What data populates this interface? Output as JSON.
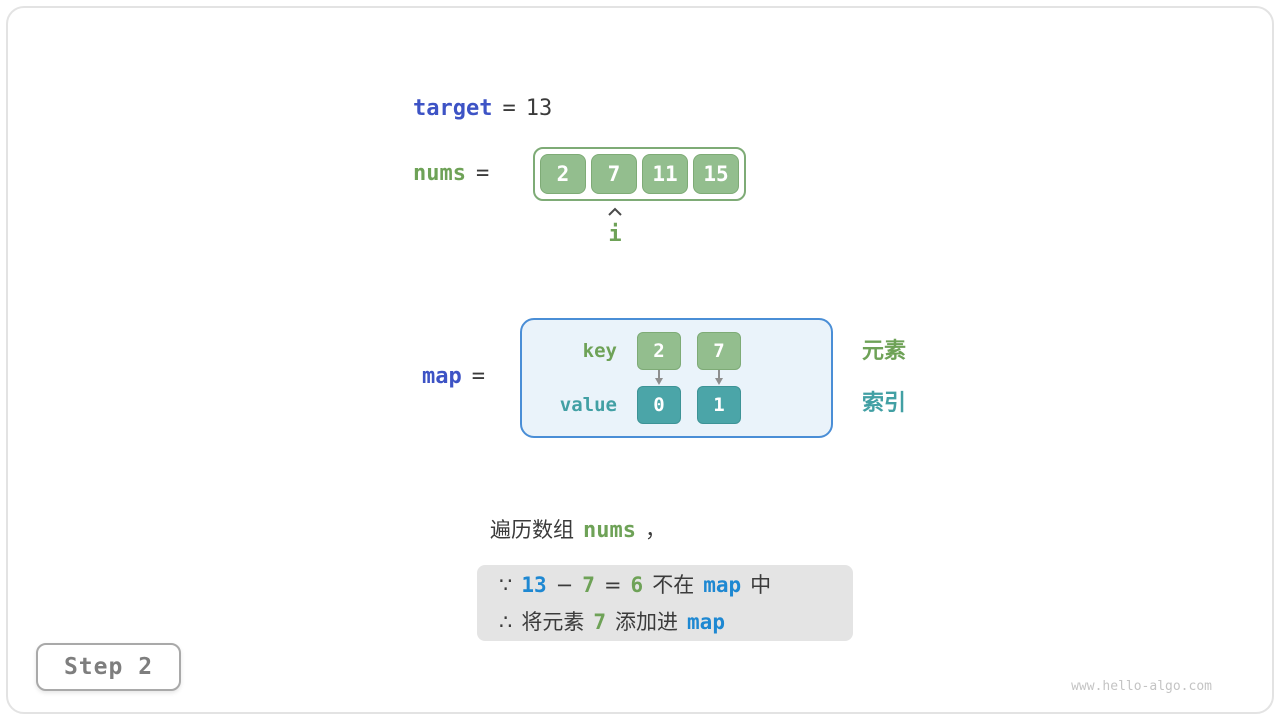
{
  "meta": {
    "step": "Step 2",
    "watermark": "www.hello-algo.com"
  },
  "target": {
    "label": "target",
    "eq": "=",
    "value": "13"
  },
  "nums": {
    "label": "nums",
    "eq": "=",
    "values": [
      "2",
      "7",
      "11",
      "15"
    ],
    "pointer": {
      "index": 1,
      "label": "i"
    }
  },
  "map": {
    "label": "map",
    "eq": "=",
    "key_label": "key",
    "value_label": "value",
    "pairs": [
      {
        "key": "2",
        "value": "0"
      },
      {
        "key": "7",
        "value": "1"
      }
    ],
    "legend": {
      "element": "元素",
      "index": "索引"
    }
  },
  "caption": {
    "prefix": "遍历数组",
    "code": "nums",
    "suffix": "，"
  },
  "note": {
    "line1": {
      "because": "∵",
      "minuend": "13",
      "minus": "−",
      "subtrahend": "7",
      "eq": "=",
      "difference": "6",
      "text1": "不在",
      "map_ref": "map",
      "text2": "中"
    },
    "line2": {
      "therefore": "∴",
      "text1": "将元素",
      "value": "7",
      "text2": "添加进",
      "map_ref": "map"
    }
  },
  "colors": {
    "label_blue": "#3D53C5",
    "accent_blue": "#1E88D2",
    "green_text": "#6EA257",
    "green_fill": "#93BE8E",
    "green_border": "#7EAB76",
    "teal_text": "#42A0A4",
    "teal_fill": "#4BA5A8",
    "teal_border": "#3D9396",
    "map_border": "#4A8ED6",
    "map_fill": "#EAF3FA",
    "note_bg": "#E4E4E4",
    "ink": "#3B3B3B"
  }
}
